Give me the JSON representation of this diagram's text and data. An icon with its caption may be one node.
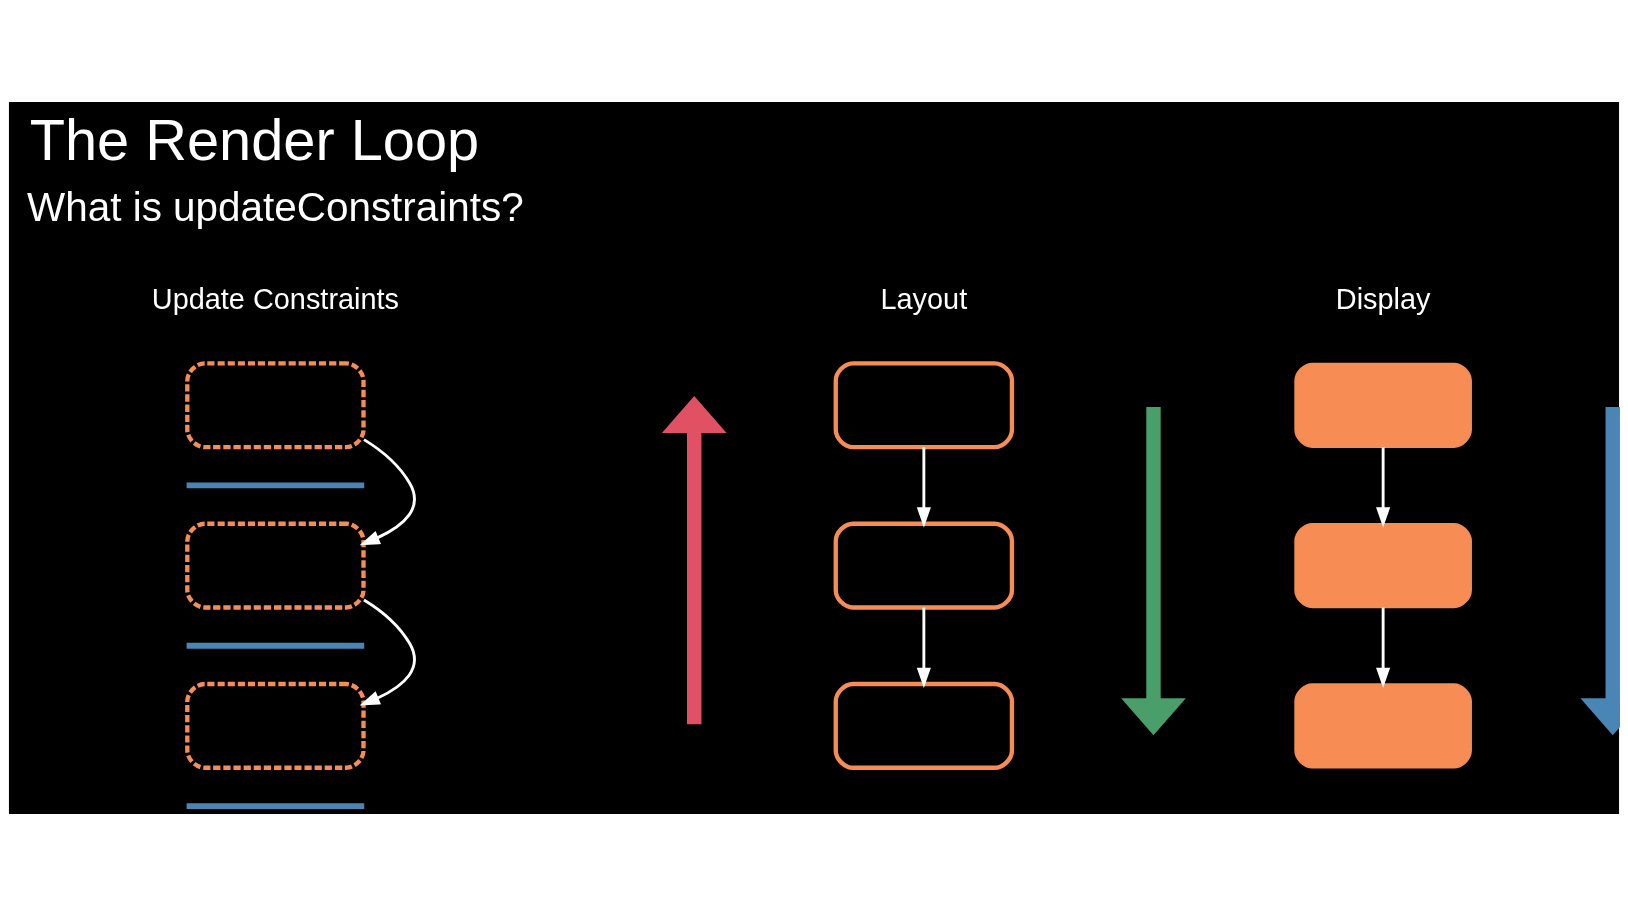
{
  "diagram": {
    "title": "The Render Loop",
    "nodes": [
      {
        "text": [],
        "shape": "box"
      },
      {
        "text": [],
        "shape": "box"
      },
      {
        "text": [],
        "shape": "box"
      },
      {
        "text": [],
        "shape": "box"
      },
      {
        "text": [],
        "shape": "box"
      },
      {
        "text": [],
        "shape": "box"
      },
      {
        "text": [],
        "shape": "box"
      },
      {
        "text": [],
        "shape": "box"
      },
      {
        "text": [],
        "shape": "box"
      }
    ],
    "edges": [
      {
        "from": 0,
        "to": 1,
        "arrow": "to"
      },
      {
        "from": 1,
        "to": 2,
        "arrow": "to"
      },
      {
        "from": 3,
        "to": 4,
        "arrow": "to"
      },
      {
        "from": 4,
        "to": 5,
        "arrow": "to"
      },
      {
        "from": 6,
        "to": 7,
        "arrow": "to"
      },
      {
        "from": 7,
        "to": 8,
        "arrow": "to"
      }
    ],
    "labels": [
      "What is updateConstraints?",
      "Update Constraints",
      "Layout",
      "Display"
    ]
  }
}
